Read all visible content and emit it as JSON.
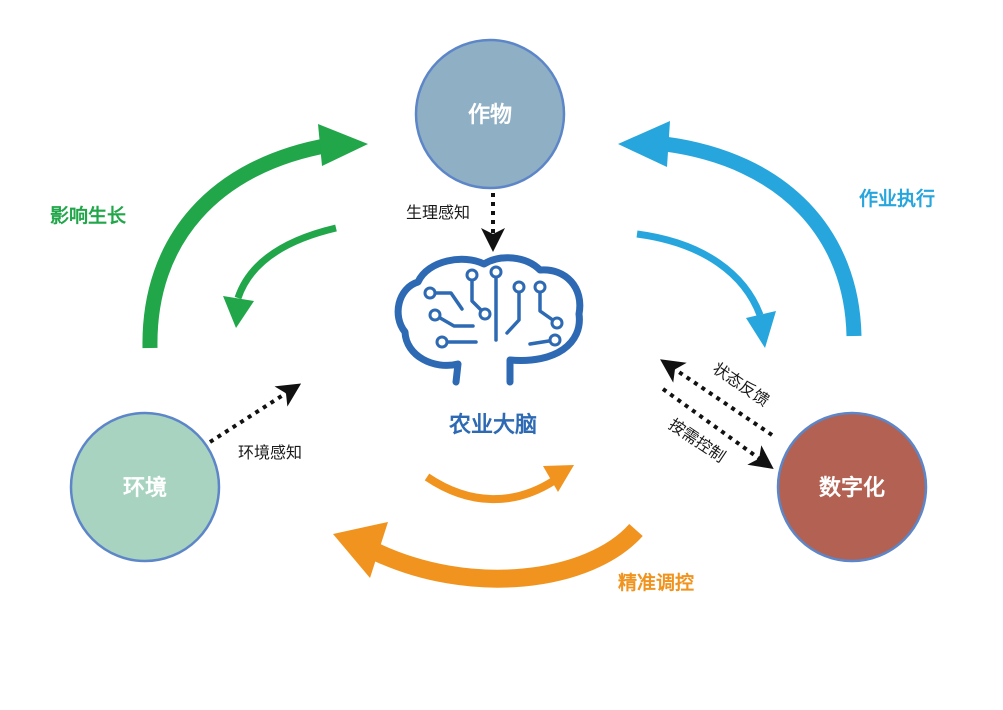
{
  "nodes": {
    "crop": {
      "label": "作物",
      "color": "#8fafc4"
    },
    "environment": {
      "label": "环境",
      "color": "#a8d3c1"
    },
    "digital": {
      "label": "数字化",
      "color": "#b26152"
    }
  },
  "center": {
    "label": "农业大脑",
    "icon": "brain-circuit-icon",
    "color": "#2d6ab3"
  },
  "flows": {
    "influence_growth": {
      "label": "影响生长",
      "color": "#21a64a"
    },
    "operation_execution": {
      "label": "作业执行",
      "color": "#27a6de"
    },
    "precision_control": {
      "label": "精准调控",
      "color": "#f0941f"
    },
    "physiological_sensing": {
      "label": "生理感知"
    },
    "environmental_sensing": {
      "label": "环境感知"
    },
    "status_feedback": {
      "label": "状态反馈"
    },
    "on_demand_control": {
      "label": "按需控制",
      "color": "#e02a22"
    }
  }
}
